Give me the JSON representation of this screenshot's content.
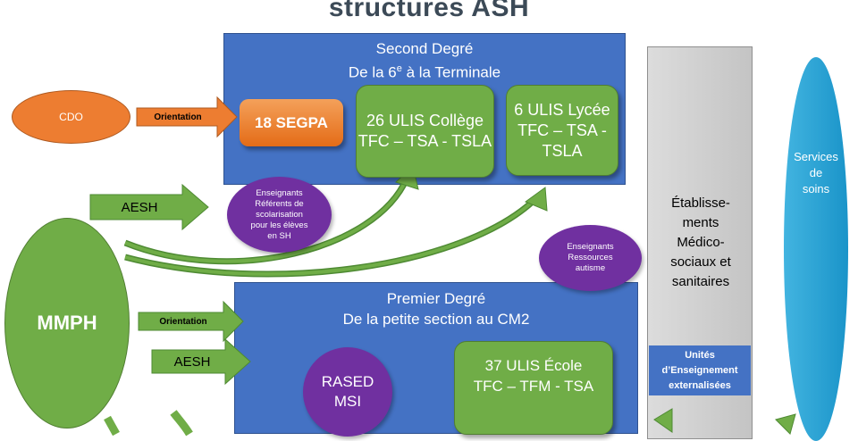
{
  "title": "structures ASH",
  "second_degre": {
    "heading": "Second Degré",
    "subheading": "De la 6e à la Terminale",
    "segpa": "18 SEGPA",
    "ulis_college": "26 ULIS Collège\nTFC – TSA - TSLA",
    "ulis_lycee": "6 ULIS Lycée\nTFC – TSA -\nTSLA"
  },
  "premier_degre": {
    "heading": "Premier Degré",
    "subheading": "De la petite section au CM2",
    "rased": "RASED\nMSI",
    "ulis_ecole": "37 ULIS École\nTFC – TFM - TSA"
  },
  "cdo": "CDO",
  "mmph": "MMPH",
  "arrows": {
    "orientation_top": "Orientation",
    "orientation_mid": "Orientation",
    "aesh_top": "AESH",
    "aesh_bottom": "AESH"
  },
  "referents": "Enseignants\nRéférents de\nscolarisation\npour les élèves\nen SH",
  "ressources": "Enseignants\nRessources\nautisme",
  "medico": "Établisse-\nments\nMédico-\nsociaux et\nsanitaires",
  "unites": "Unités\nd’Enseignement\nexternalisées",
  "soins": "Services\nde\nsoins",
  "colors": {
    "blue": "#4472c4",
    "green": "#70ad47",
    "orange": "#e46c17",
    "purple": "#7030a0",
    "sky": "#1f9ed1"
  }
}
